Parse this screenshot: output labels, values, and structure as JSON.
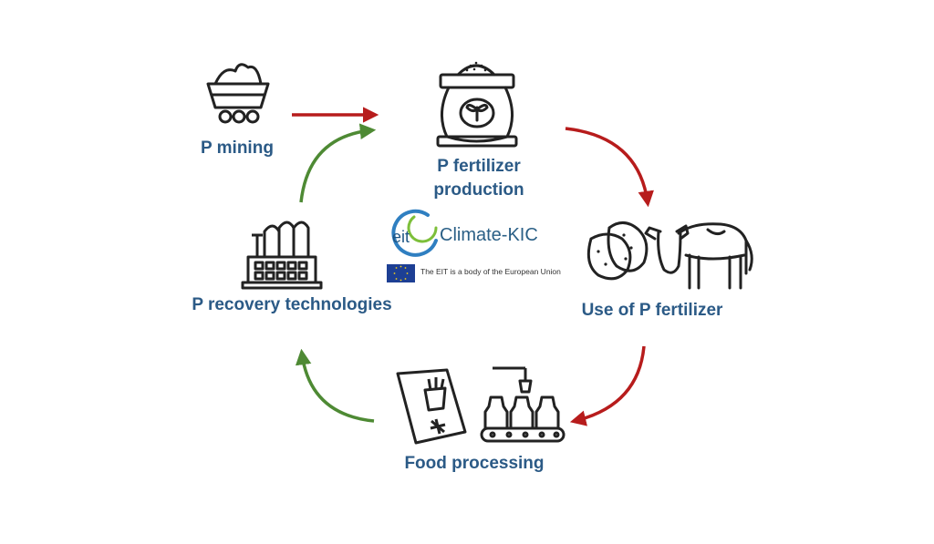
{
  "nodes": {
    "p_mining": "P mining",
    "p_fertilizer_production_line1": "P fertilizer",
    "p_fertilizer_production_line2": "production",
    "use_of_p_fertilizer": "Use of P fertilizer",
    "food_processing": "Food processing",
    "p_recovery_technologies": "P recovery technologies"
  },
  "logo": {
    "eit": "eit",
    "climate_kic": "Climate-KIC",
    "eu_note": "The EIT is a body of the European Union"
  },
  "colors": {
    "label": "#2b5a86",
    "forward_arrow": "#b71c1c",
    "recovery_arrow": "#4e8a34",
    "icon_stroke": "#222222"
  },
  "icons": [
    "mine-cart-icon",
    "fertilizer-bag-icon",
    "potatoes-icon",
    "cow-icon",
    "frozen-fries-bag-icon",
    "bottling-line-icon",
    "factory-icon",
    "eu-flag-icon"
  ]
}
